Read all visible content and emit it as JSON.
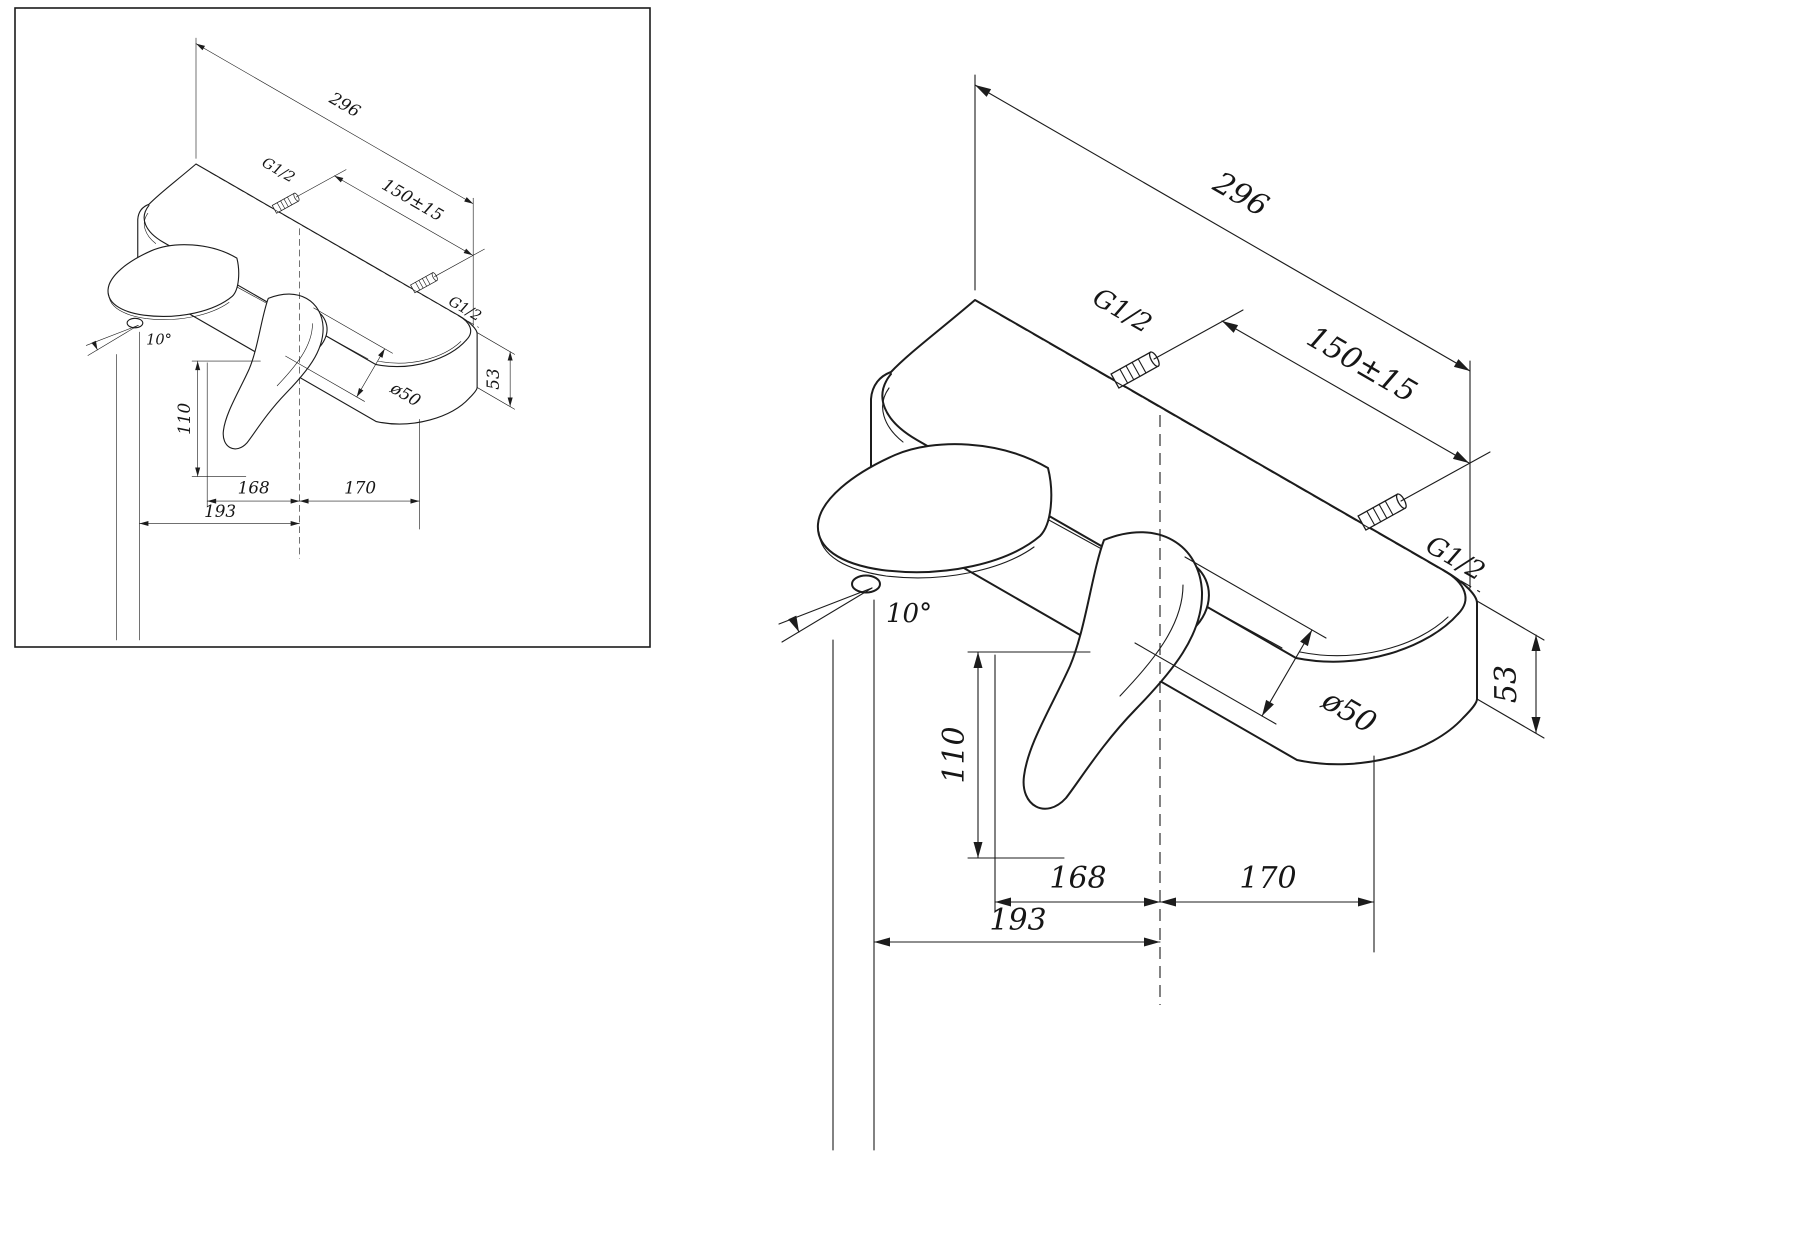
{
  "labels": {
    "overall_width": "296",
    "thread_top": "G1/2",
    "inlet_spacing": "150±15",
    "thread_right": "G1/2",
    "body_height": "53",
    "spout_angle": "10°",
    "handle_length": "110",
    "escutcheon_diameter": "ø50",
    "dim_168": "168",
    "dim_193": "193",
    "dim_170": "170"
  },
  "colors": {
    "line": "#1c1c1c",
    "background": "#ffffff"
  },
  "views": {
    "main": "isometric-faucet-drawing-large",
    "thumbnail": "isometric-faucet-drawing-boxed"
  }
}
